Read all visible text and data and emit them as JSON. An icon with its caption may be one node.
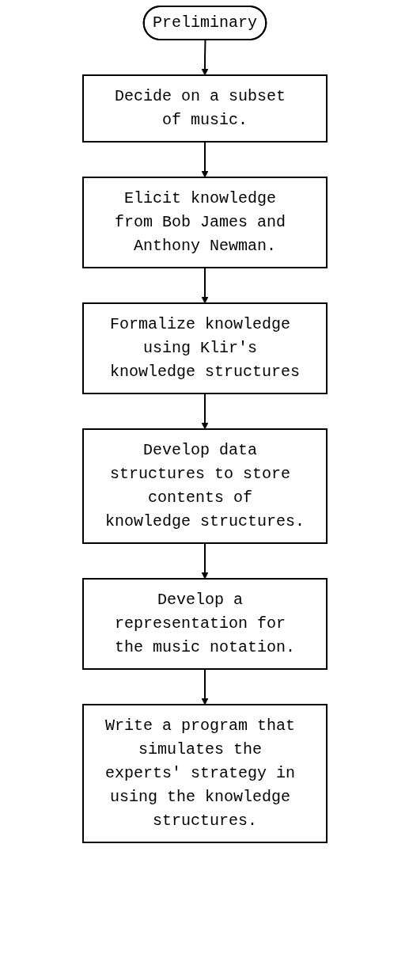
{
  "diagram": {
    "nodes": [
      {
        "text": [
          "Preliminary"
        ]
      },
      {
        "text": [
          "Decide on a subset of music."
        ]
      },
      {
        "text": [
          "Elicit knowledge from Bob James and Anthony Newman."
        ]
      },
      {
        "text": [
          "Formalize knowledge using Klir's knowledge structures"
        ]
      },
      {
        "text": [
          "Develop data structures to store contents of knowledge structures."
        ]
      },
      {
        "text": [
          "Develop a representation for the music notation."
        ]
      },
      {
        "text": [
          "Write a program that simulates the experts' strategy in using the knowledge structures."
        ]
      }
    ],
    "edges": [
      {
        "from": 0,
        "to": 1,
        "arrow": "to"
      },
      {
        "from": 1,
        "to": 2,
        "arrow": "to"
      },
      {
        "from": 2,
        "to": 3,
        "arrow": "to"
      },
      {
        "from": 3,
        "to": 4,
        "arrow": "to"
      },
      {
        "from": 4,
        "to": 5,
        "arrow": "to"
      },
      {
        "from": 5,
        "to": 6,
        "arrow": "to"
      }
    ]
  }
}
